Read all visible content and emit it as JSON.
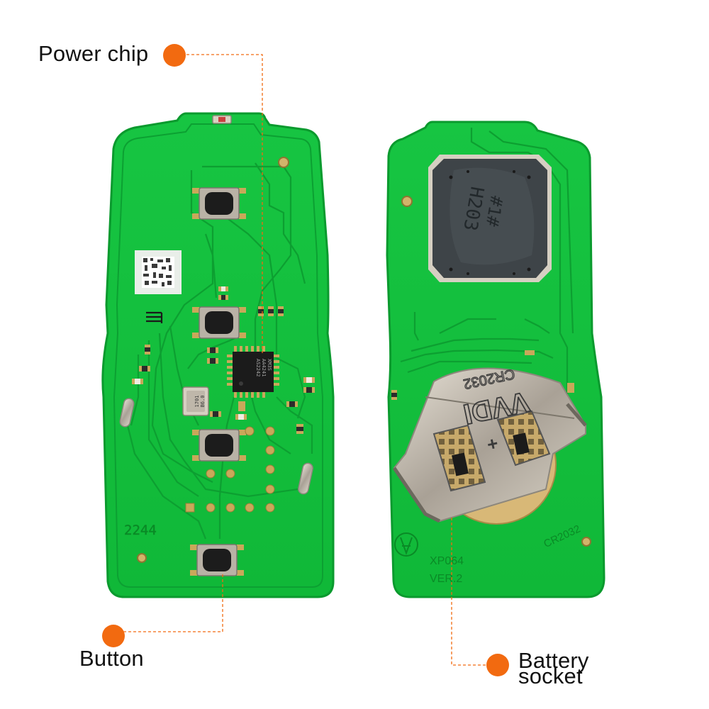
{
  "callouts": {
    "power_chip": "Power chip",
    "button": "Button",
    "battery_line1": "Battery",
    "battery_line2": "socket"
  },
  "front_board": {
    "serial": "2244",
    "chip_text": [
      "XM3S",
      "AA4241",
      "AS2242"
    ],
    "crystal_text": [
      "1701",
      "B6.0"
    ]
  },
  "back_board": {
    "battery_holder_brand": "VVDI",
    "battery_holder_model": "CR2032",
    "board_battery_label": "CR2032",
    "model": "XP064",
    "version": "VER.2",
    "module_text": [
      "#1#",
      "H203"
    ]
  },
  "colors": {
    "pcb_green": "#12c03c",
    "pcb_edge": "#0a9a2c",
    "trace": "#0fa834",
    "pad_gold": "#c9a85a",
    "callout_orange": "#f26a10",
    "metal": "#b9b2a6"
  },
  "icons": [
    "callout-dot-icon",
    "logo-icon"
  ]
}
